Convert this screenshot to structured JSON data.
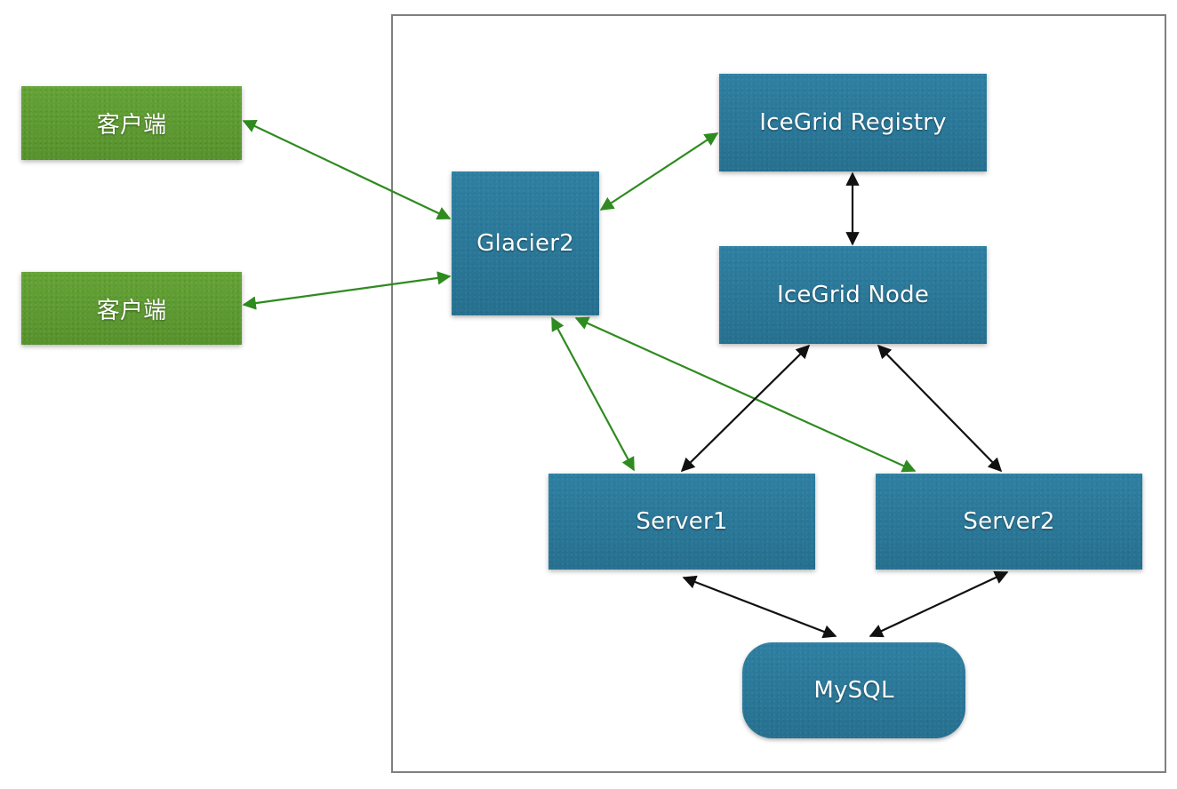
{
  "colors": {
    "node_blue": "#2a7698",
    "node_green": "#5c9a30",
    "link_green": "#2e8b1f",
    "link_black": "#111111",
    "frame_border": "#7f7f7f"
  },
  "nodes": {
    "client1": "客户端",
    "client2": "客户端",
    "glacier2": "Glacier2",
    "registry": "IceGrid Registry",
    "icegrid_node": "IceGrid Node",
    "server1": "Server1",
    "server2": "Server2",
    "mysql": "MySQL"
  },
  "links": [
    {
      "from": "client1",
      "to": "glacier2",
      "color": "green",
      "direction": "both"
    },
    {
      "from": "client2",
      "to": "glacier2",
      "color": "green",
      "direction": "both"
    },
    {
      "from": "glacier2",
      "to": "registry",
      "color": "green",
      "direction": "both"
    },
    {
      "from": "glacier2",
      "to": "server1",
      "color": "green",
      "direction": "both"
    },
    {
      "from": "glacier2",
      "to": "server2",
      "color": "green",
      "direction": "both"
    },
    {
      "from": "registry",
      "to": "icegrid_node",
      "color": "black",
      "direction": "both"
    },
    {
      "from": "icegrid_node",
      "to": "server1",
      "color": "black",
      "direction": "both"
    },
    {
      "from": "icegrid_node",
      "to": "server2",
      "color": "black",
      "direction": "both"
    },
    {
      "from": "server1",
      "to": "mysql",
      "color": "black",
      "direction": "both"
    },
    {
      "from": "server2",
      "to": "mysql",
      "color": "black",
      "direction": "both"
    }
  ]
}
